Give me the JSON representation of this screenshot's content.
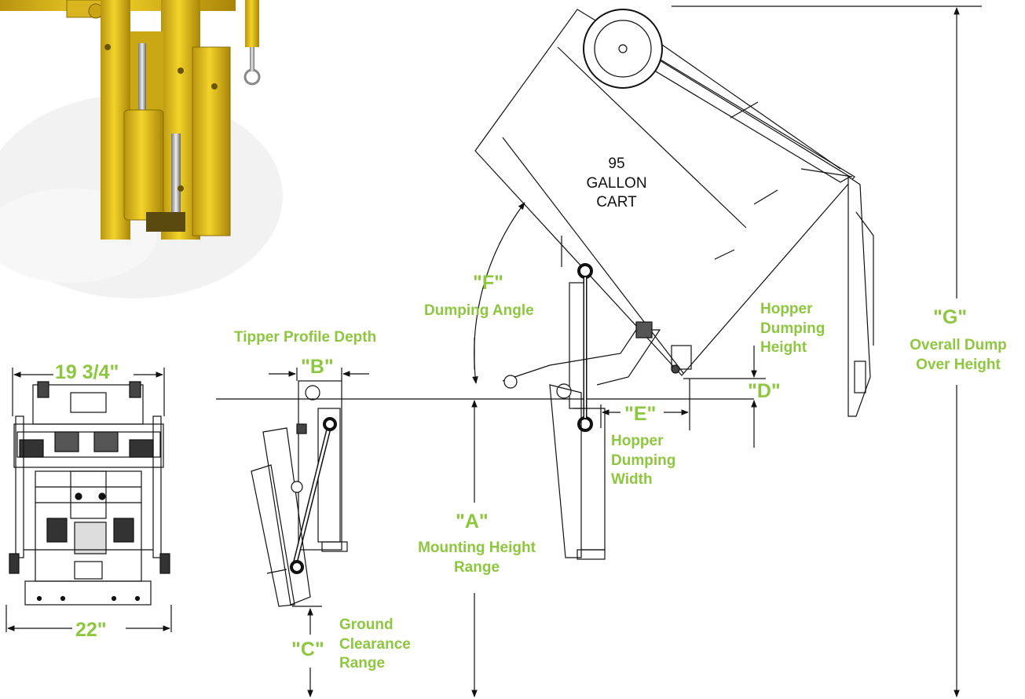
{
  "dims": {
    "width_top": "19 3/4\"",
    "width_bottom": "22\"",
    "a": "\"A\"",
    "a_desc1": "Mounting Height",
    "a_desc2": "Range",
    "b": "\"B\"",
    "b_desc": "Tipper Profile Depth",
    "c": "\"C\"",
    "c_desc1": "Ground",
    "c_desc2": "Clearance",
    "c_desc3": "Range",
    "d": "\"D\"",
    "e": "\"E\"",
    "e_desc1": "Hopper",
    "e_desc2": "Dumping",
    "e_desc3": "Width",
    "f": "\"F\"",
    "f_desc": "Dumping Angle",
    "g": "\"G\"",
    "g_desc1": "Overall Dump",
    "g_desc2": "Over Height",
    "hopper1": "Hopper",
    "hopper2": "Dumping",
    "hopper3": "Height"
  },
  "cart": {
    "line1": "95",
    "line2": "GALLON",
    "line3": "CART"
  },
  "colors": {
    "accent": "#8dc63f",
    "line": "#111111",
    "product": "#e8c51a"
  }
}
